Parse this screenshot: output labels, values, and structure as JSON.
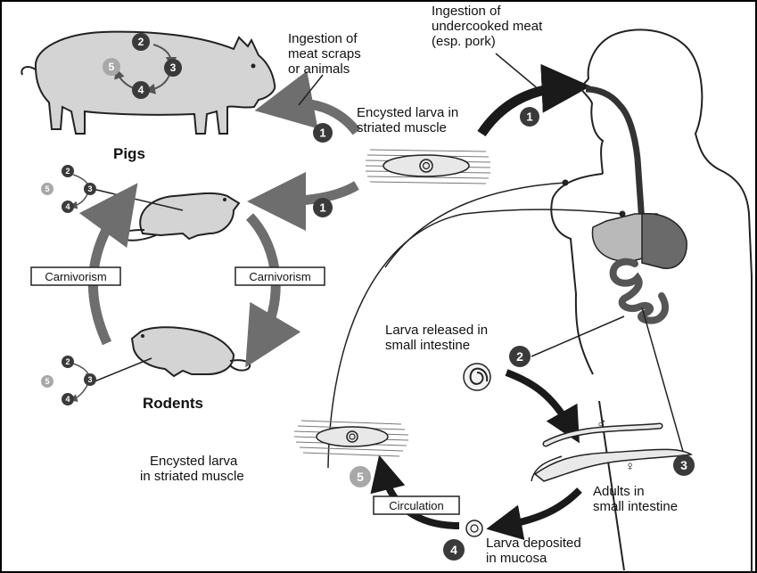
{
  "labels": {
    "ingestion_scraps": [
      "Ingestion of",
      "meat scraps",
      "or animals"
    ],
    "ingestion_undercooked": [
      "Ingestion of",
      "undercooked meat",
      "(esp. pork)"
    ],
    "encysted_top": [
      "Encysted larva in",
      "striated muscle"
    ],
    "pigs": "Pigs",
    "rodents": "Rodents",
    "carnivorism_left": "Carnivorism",
    "carnivorism_right": "Carnivorism",
    "larva_released": [
      "Larva released in",
      "small intestine"
    ],
    "adults": [
      "Adults in",
      "small intestine"
    ],
    "larva_deposited": [
      "Larva deposited",
      "in mucosa"
    ],
    "circulation": "Circulation",
    "encysted_bottom": [
      "Encysted larva",
      "in striated muscle"
    ],
    "male_symbol": "♂",
    "female_symbol": "♀"
  },
  "steps": {
    "s1": "1",
    "s2": "2",
    "s3": "3",
    "s4": "4",
    "s5": "5"
  },
  "colors": {
    "arrow": "#6e6e6e",
    "arrow_dark": "#1a1a1a",
    "body_fill": "#d9d9d9",
    "badge_dark": "#3a3a3a",
    "badge_light": "#a8a8a8"
  }
}
